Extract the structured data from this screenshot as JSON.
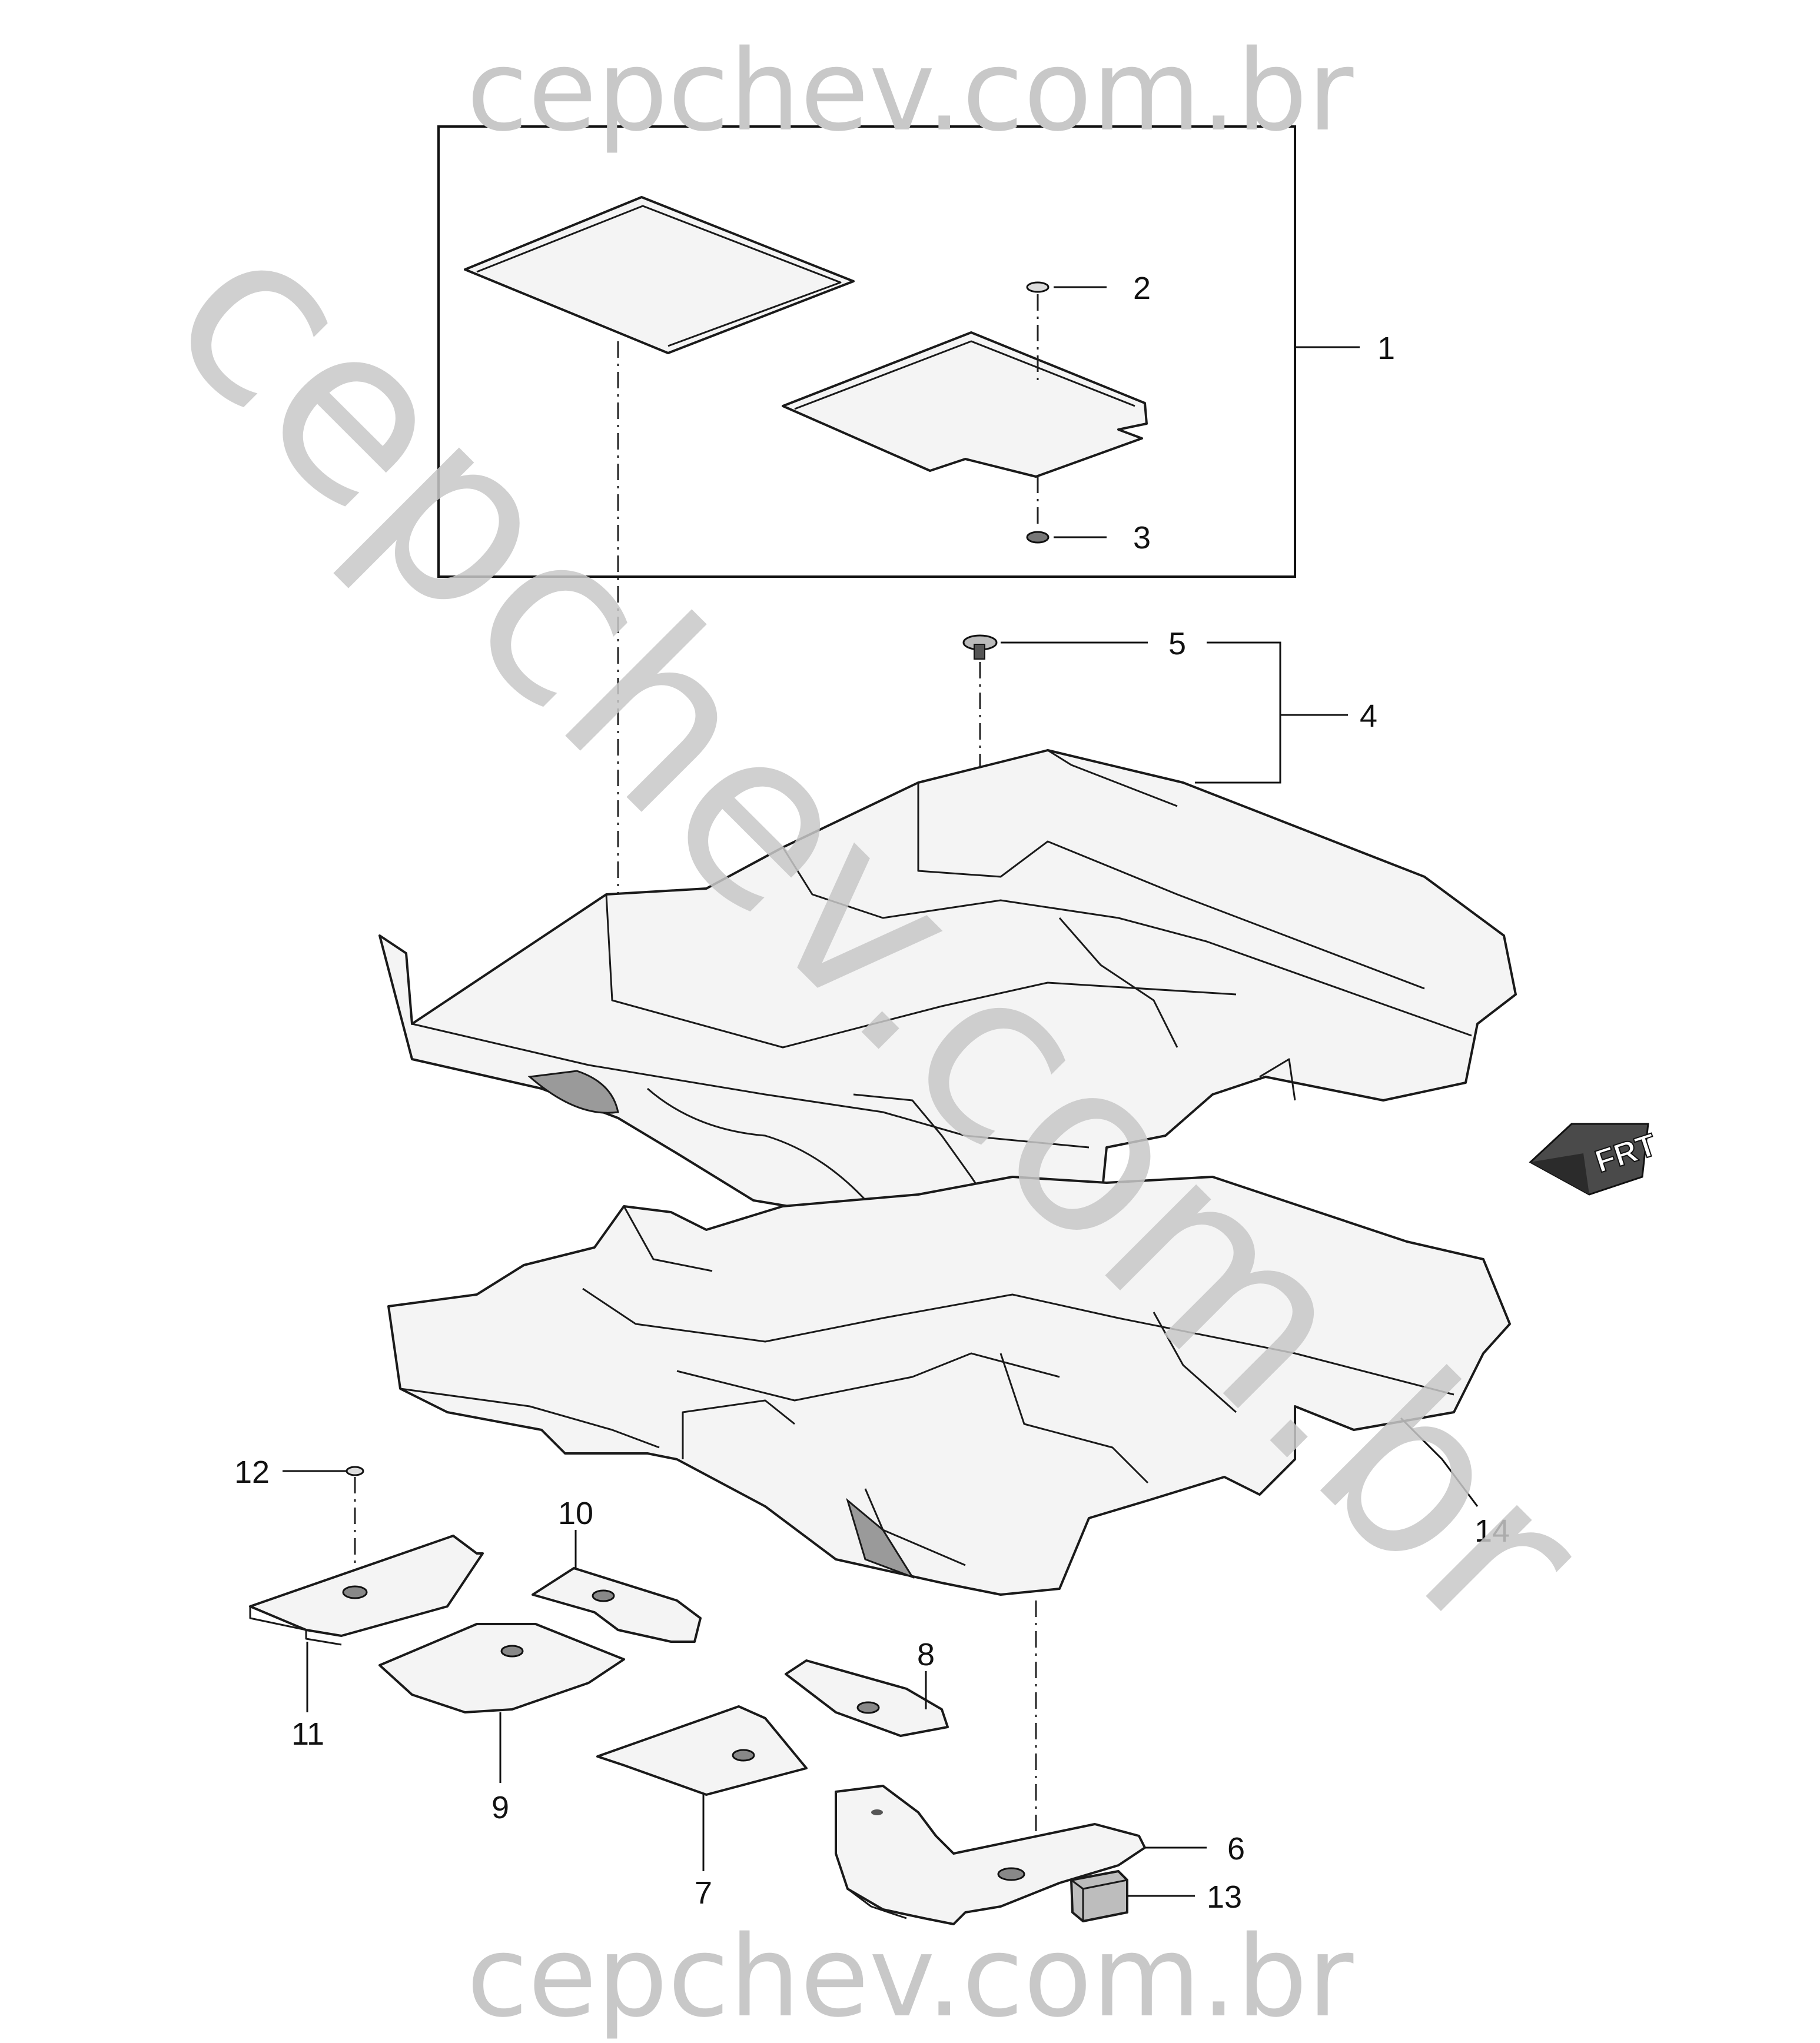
{
  "watermark": {
    "top": "cepchev.com.br",
    "diagonal": "cepchev.com.br",
    "bottom": "cepchev.com.br"
  },
  "callouts": {
    "c1": "1",
    "c2": "2",
    "c3": "3",
    "c4": "4",
    "c5": "5",
    "c6": "6",
    "c7": "7",
    "c8": "8",
    "c9": "9",
    "c10": "10",
    "c11": "11",
    "c12": "12",
    "c13": "13",
    "c14": "14"
  },
  "direction_badge": "FRT",
  "colors": {
    "line": "#1a1a1a",
    "watermark": "#c8c8c8",
    "badge": "#4a4a4a"
  }
}
